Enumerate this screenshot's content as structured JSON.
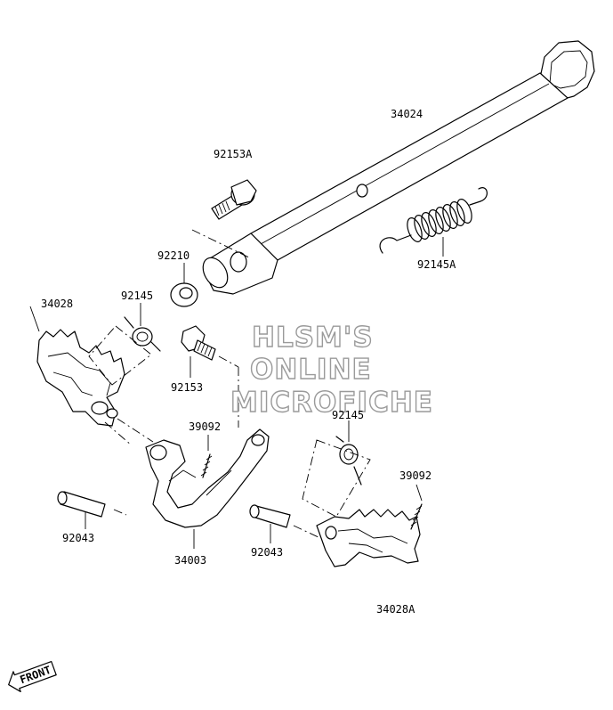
{
  "labels": {
    "p34024": "34024",
    "p92153A": "92153A",
    "p92210": "92210",
    "p92145A": "92145A",
    "p34028": "34028",
    "p92145_left": "92145",
    "p92153": "92153",
    "p39092_left": "39092",
    "p92043_left": "92043",
    "p34003": "34003",
    "p92145_right": "92145",
    "p39092_right": "39092",
    "p92043_right": "92043",
    "p34028A": "34028A"
  },
  "watermark": {
    "line1": "HLSM'S",
    "line2": "ONLINE",
    "line3": "MICROFICHE"
  },
  "front_badge": "FRONT",
  "colors": {
    "line": "#000000",
    "watermark_outline": "#9a9a9a",
    "background": "#ffffff"
  }
}
